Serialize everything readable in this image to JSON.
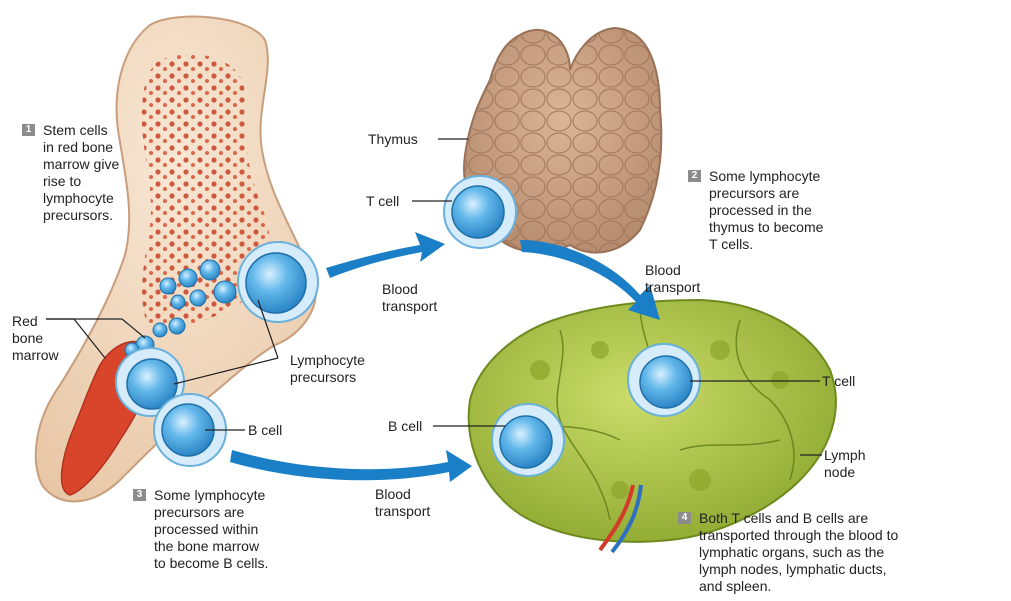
{
  "steps": [
    {
      "number": "1",
      "text": "Stem cells\nin red bone\nmarrow give\nrise to\nlymphocyte\nprecursors."
    },
    {
      "number": "2",
      "text": "Some lymphocyte\nprecursors are\nprocessed in the\nthymus to become\nT cells."
    },
    {
      "number": "3",
      "text": "Some lymphocyte\nprecursors are\nprocessed within\nthe bone marrow\nto become B cells."
    },
    {
      "number": "4",
      "text": "Both T cells and B cells are\ntransported through the blood to\nlymphatic organs, such as the\nlymph nodes, lymphatic ducts,\nand spleen."
    }
  ],
  "labels": {
    "thymus": "Thymus",
    "t_cell_thymus": "T cell",
    "blood_transport_1": "Blood\ntransport",
    "blood_transport_2": "Blood\ntransport",
    "blood_transport_3": "Blood\ntransport",
    "red_bone_marrow": "Red\nbone\nmarrow",
    "lymphocyte_precursors": "Lymphocyte\nprecursors",
    "b_cell_marrow": "B cell",
    "b_cell_node": "B cell",
    "t_cell_node": "T cell",
    "lymph_node": "Lymph\nnode"
  },
  "colors": {
    "bone": "#f3dcc4",
    "marrow": "#d8452a",
    "thymus": "#caa080",
    "lymph_node": "#a9bf3c",
    "cell_blue": "#4aa6de",
    "arrow_blue": "#1a7fc6"
  }
}
